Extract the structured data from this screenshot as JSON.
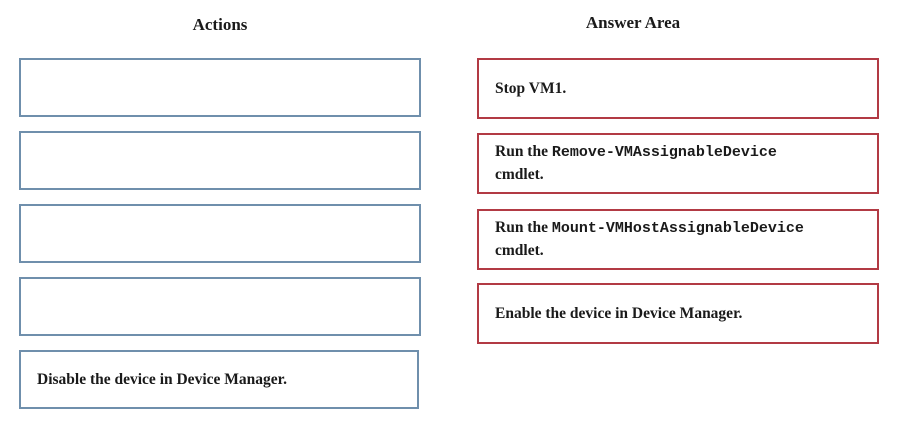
{
  "headings": {
    "actions": "Actions",
    "answer_area": "Answer Area"
  },
  "actions": [
    {
      "label": ""
    },
    {
      "label": ""
    },
    {
      "label": ""
    },
    {
      "label": ""
    },
    {
      "label": "Disable the device in Device Manager."
    }
  ],
  "answers": [
    {
      "label": "Stop VM1."
    },
    {
      "prefix": "Run the",
      "command": "Remove-VMAssignableDevice",
      "suffix": "cmdlet."
    },
    {
      "prefix": "Run the",
      "command": "Mount-VMHostAssignableDevice",
      "suffix": "cmdlet."
    },
    {
      "label": "Enable the device in Device Manager."
    }
  ],
  "colors": {
    "action_border": "#6f8fac",
    "answer_border": "#b23a44"
  }
}
